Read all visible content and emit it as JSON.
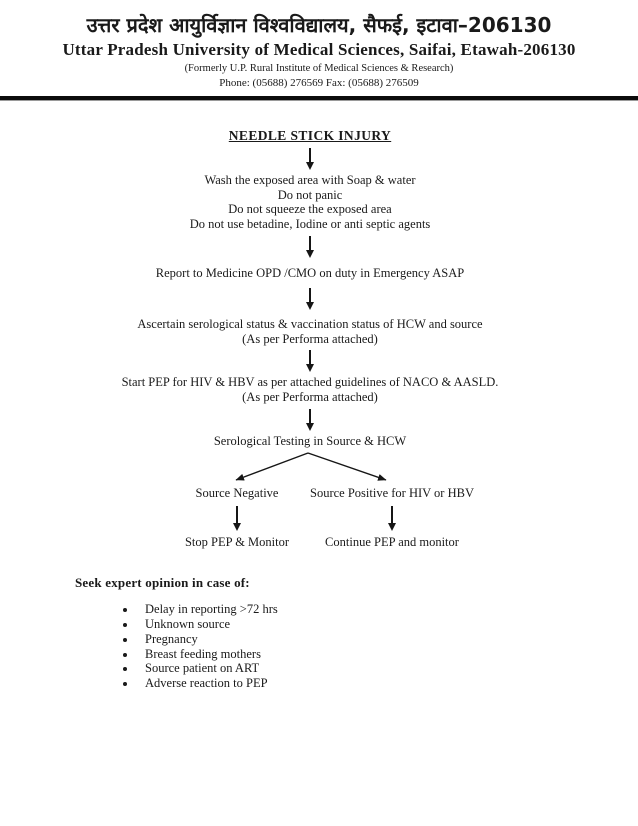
{
  "page": {
    "background": "#ffffff",
    "text_color": "#1a1a1a"
  },
  "header": {
    "name_hindi": "उत्तर प्रदेश आयुर्विज्ञान विश्वविद्यालय, सैफई, इटावा–206130",
    "name_english": "Uttar Pradesh University of Medical Sciences, Saifai, Etawah-206130",
    "formerly": "(Formerly U.P. Rural Institute of Medical Sciences & Research)",
    "phone_fax": "Phone: (05688) 276569 Fax: (05688) 276509"
  },
  "flowchart": {
    "title": "NEEDLE STICK INJURY",
    "first_aid": [
      "Wash the exposed area with Soap & water",
      "Do not panic",
      "Do not squeeze the exposed area",
      "Do not use betadine, Iodine or anti septic agents"
    ],
    "report": "Report to Medicine OPD /CMO on duty in Emergency ASAP",
    "ascertain": [
      "Ascertain serological status & vaccination status of HCW and source",
      "(As per Performa attached)"
    ],
    "start_pep": [
      "Start PEP for HIV & HBV as per attached guidelines of NACO & AASLD.",
      "(As per Performa attached)"
    ],
    "testing": "Serological Testing in Source & HCW",
    "branch_left": {
      "condition": "Source Negative",
      "action": "Stop PEP & Monitor"
    },
    "branch_right": {
      "condition": "Source Positive for HIV or HBV",
      "action": "Continue PEP and monitor"
    }
  },
  "expert": {
    "heading": "Seek expert opinion in case of:",
    "items": [
      "Delay in reporting >72 hrs",
      "Unknown source",
      "Pregnancy",
      "Breast feeding mothers",
      "Source patient on ART",
      "Adverse reaction to PEP"
    ]
  }
}
